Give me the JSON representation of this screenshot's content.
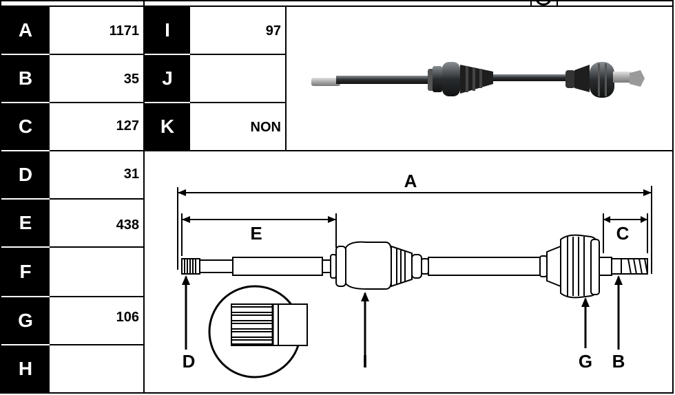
{
  "specs": {
    "left_rows": [
      {
        "letter": "A",
        "value": "1171"
      },
      {
        "letter": "B",
        "value": "35"
      },
      {
        "letter": "C",
        "value": "127"
      },
      {
        "letter": "D",
        "value": "31"
      },
      {
        "letter": "E",
        "value": "438"
      },
      {
        "letter": "F",
        "value": ""
      },
      {
        "letter": "G",
        "value": "106"
      },
      {
        "letter": "H",
        "value": ""
      }
    ],
    "right_rows": [
      {
        "letter": "I",
        "value": "97"
      },
      {
        "letter": "J",
        "value": ""
      },
      {
        "letter": "K",
        "value": "NON"
      }
    ]
  },
  "diagram": {
    "labels": {
      "A": "A",
      "B": "B",
      "C": "C",
      "D": "D",
      "E": "E",
      "G": "G",
      "I": "I"
    }
  }
}
